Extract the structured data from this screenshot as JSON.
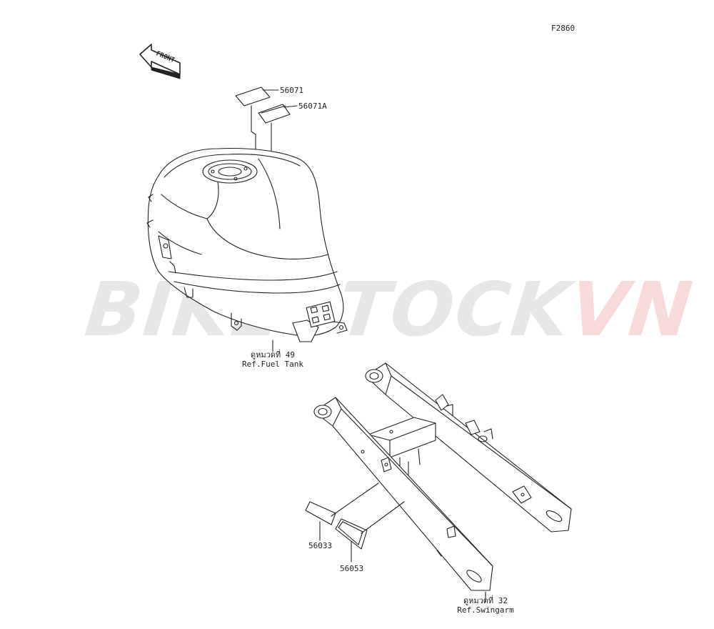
{
  "figure_code": "F2860",
  "front_arrow_label": "FRONT",
  "parts": {
    "p1": "56071",
    "p2": "56071A",
    "p3": "56033",
    "p4": "56053"
  },
  "references": {
    "fuel_tank": {
      "thai": "ดูหมวดที่ 49",
      "ref": "Ref.Fuel Tank"
    },
    "swingarm": {
      "thai": "ดูหมวดที่ 32",
      "ref": "Ref.Swingarm"
    }
  },
  "watermark": {
    "part_a": "BIKESTOCK",
    "part_b": "VN",
    "color_a": "#d4d4d4",
    "color_b": "#f2bcbc"
  },
  "colors": {
    "line": "#222222",
    "background": "#ffffff"
  }
}
